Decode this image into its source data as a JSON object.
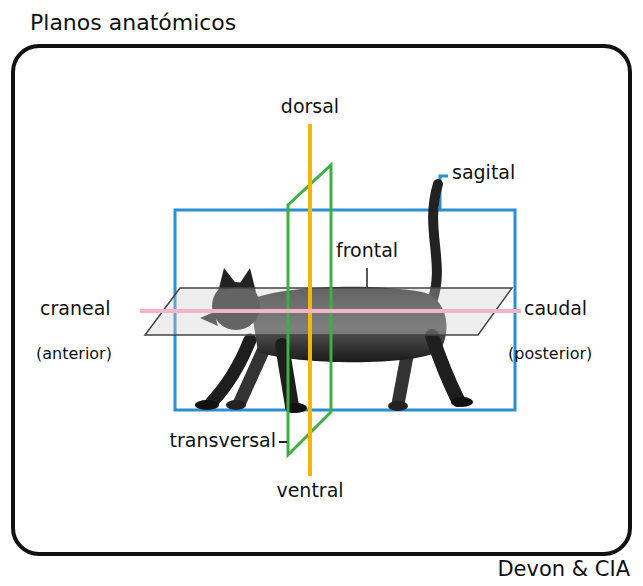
{
  "diagram": {
    "title": "Planos anatómicos",
    "labels": [
      "dorsal",
      "sagital",
      "frontal",
      "craneal",
      "(anterior)",
      "caudal",
      "(posterior)",
      "transversal",
      "ventral",
      "Devon & CIA"
    ]
  }
}
